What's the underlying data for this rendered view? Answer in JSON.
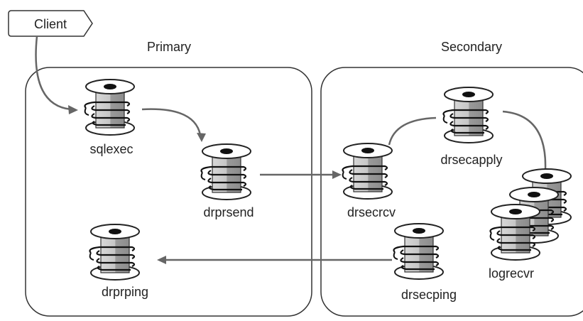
{
  "client": {
    "label": "Client"
  },
  "regions": {
    "primary": {
      "label": "Primary"
    },
    "secondary": {
      "label": "Secondary"
    }
  },
  "threads": {
    "sqlexec": "sqlexec",
    "drprsend": "drprsend",
    "drprping": "drprping",
    "drsecrcv": "drsecrcv",
    "drsecapply": "drsecapply",
    "drsecping": "drsecping",
    "logrecvr": "logrecvr"
  },
  "icon": "thread-spool-icon"
}
